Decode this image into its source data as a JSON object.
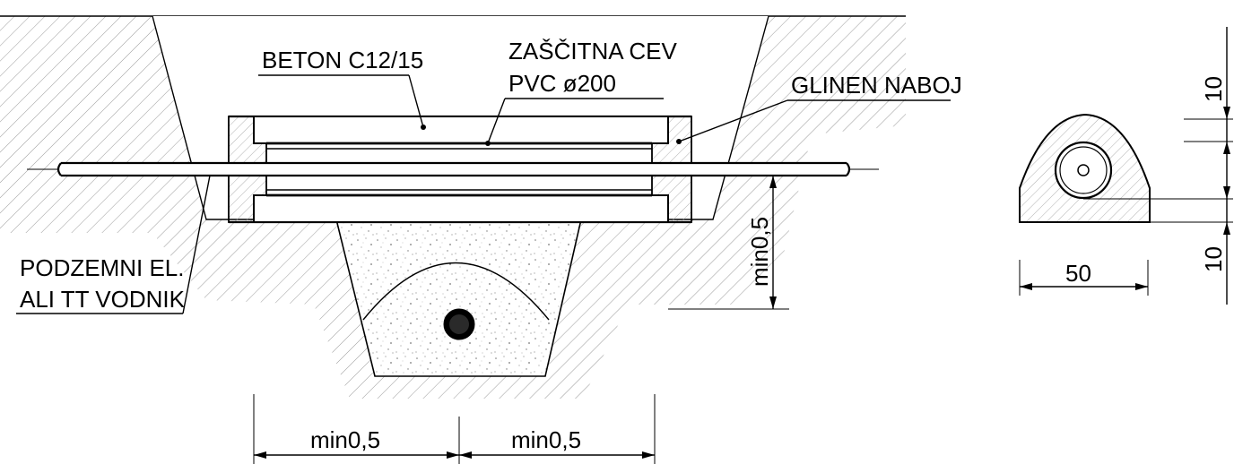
{
  "labels": {
    "concrete": "BETON C12/15",
    "protective_pipe_line1": "ZAŠČITNA CEV",
    "protective_pipe_line2": "PVC ø200",
    "clay_fill": "GLINEN NABOJ",
    "conductor_line1": "PODZEMNI EL.",
    "conductor_line2": "ALI TT VODNIK"
  },
  "dimensions": {
    "vertical_clearance": "min0,5",
    "left_horizontal": "min0,5",
    "right_horizontal": "min0,5",
    "section_width": "50",
    "section_top": "10",
    "section_bottom": "10"
  },
  "colors": {
    "line": "#000000",
    "hatch": "#9a9a9a",
    "concrete_fill": "#f2f2f2",
    "pipe_core": "#000000"
  }
}
